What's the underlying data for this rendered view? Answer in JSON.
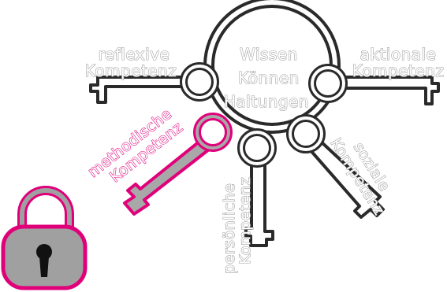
{
  "center": {
    "line1": "Wissen",
    "line2": "Können",
    "line3": "Haltungen"
  },
  "keys": {
    "reflexive": {
      "line1": "reflexive",
      "line2": "Kompetenz"
    },
    "aktionale": {
      "line1": "aktionale",
      "line2": "Kompetenz"
    },
    "methodische": {
      "line1": "methodische",
      "line2": "Kompetenz"
    },
    "persoenliche": {
      "line1": "persönliche",
      "line2": "Kompetenz"
    },
    "soziale": {
      "line1": "soziale",
      "line2": "Kompetenz"
    }
  },
  "colors": {
    "ring_stroke": "#2a2a2a",
    "label_gray": "#9a9a9a",
    "highlight_pink": "#e0007a",
    "lock_body": "#a0a0a0",
    "keyhole": "#111111"
  },
  "icons": {
    "lock": "padlock-icon",
    "keyhole": "keyhole-icon"
  }
}
